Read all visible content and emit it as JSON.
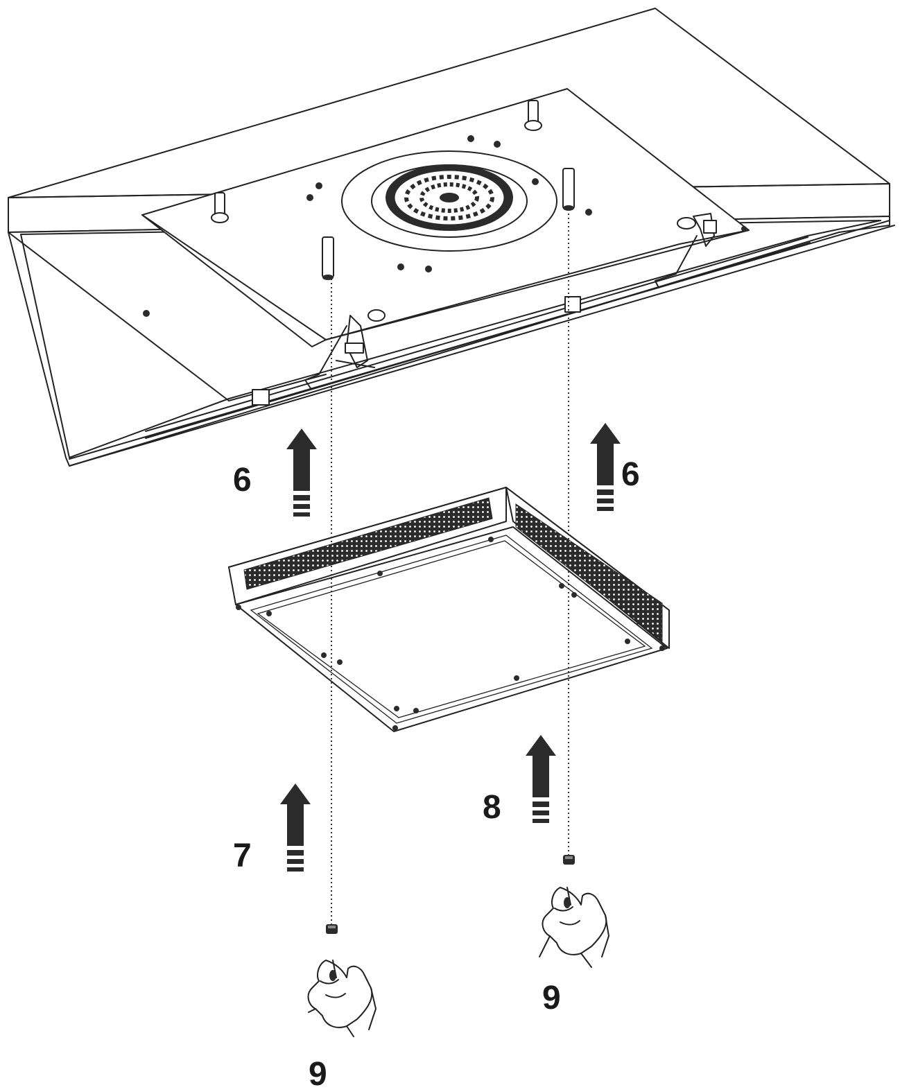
{
  "steps": [
    {
      "id": "step-6-left",
      "label": "6"
    },
    {
      "id": "step-6-right",
      "label": "6"
    },
    {
      "id": "step-7",
      "label": "7"
    },
    {
      "id": "step-8",
      "label": "8"
    },
    {
      "id": "step-9-left",
      "label": "9"
    },
    {
      "id": "step-9-right",
      "label": "9"
    }
  ],
  "icons": {
    "arrow": "up-arrow-icon",
    "hand": "hand-icon",
    "nut": "knurled-nut-icon",
    "fan": "fan-icon"
  },
  "colors": {
    "line": "#222222",
    "fill": "#ffffff",
    "accent": "#2b2b2b"
  }
}
